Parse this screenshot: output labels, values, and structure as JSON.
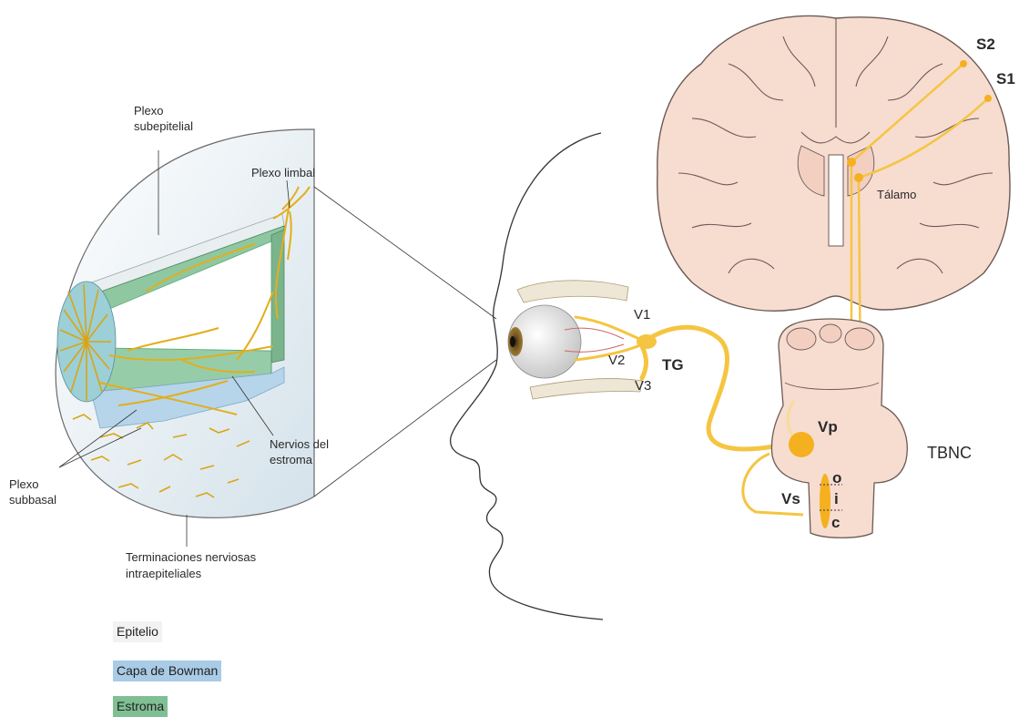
{
  "cornea": {
    "plexo_subepitelial_l1": "Plexo",
    "plexo_subepitelial_l2": "subepitelial",
    "plexo_limbal": "Plexo limbal",
    "nervios_estroma_l1": "Nervios del",
    "nervios_estroma_l2": "estroma",
    "plexo_subbasal_l1": "Plexo",
    "plexo_subbasal_l2": "subbasal",
    "terminaciones_l1": "Terminaciones nerviosas",
    "terminaciones_l2": "intraepiteliales"
  },
  "trigeminal": {
    "v1": "V1",
    "v2": "V2",
    "v3": "V3",
    "tg": "TG"
  },
  "brain": {
    "s2": "S2",
    "s1": "S1",
    "talamo": "Tálamo"
  },
  "brainstem": {
    "vp": "Vp",
    "vs": "Vs",
    "tbnc": "TBNC",
    "o": "o",
    "i": "i",
    "c": "c"
  },
  "legend": [
    {
      "label": "Epitelio",
      "color": "#f2f2f2"
    },
    {
      "label": "Capa de Bowman",
      "color": "#a9cbe6"
    },
    {
      "label": "Estroma",
      "color": "#7fbf93"
    }
  ],
  "colors": {
    "nerve": "#f5c542",
    "nerve_dark": "#d9a514",
    "brain_fill": "#f7dcd0",
    "brain_stroke": "#6b5a55"
  }
}
